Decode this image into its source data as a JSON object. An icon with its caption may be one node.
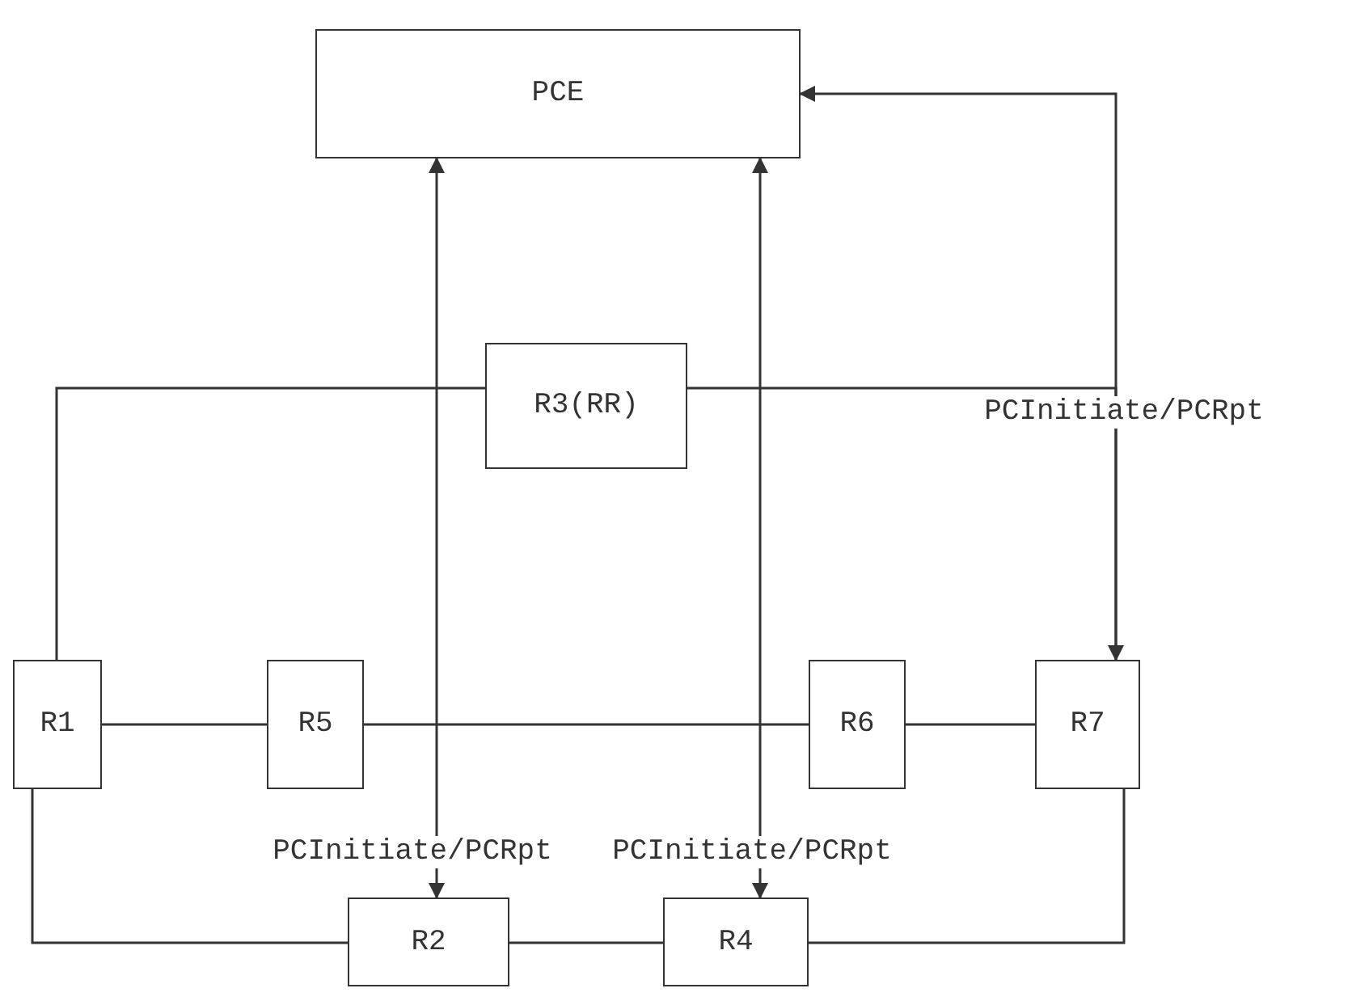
{
  "diagram": {
    "nodes": [
      {
        "text": [
          "PCE"
        ]
      },
      {
        "text": [
          "R3(RR)"
        ]
      },
      {
        "text": [
          "R1"
        ]
      },
      {
        "text": [
          "R5"
        ]
      },
      {
        "text": [
          "R6"
        ]
      },
      {
        "text": [
          "R7"
        ]
      },
      {
        "text": [
          "R2"
        ]
      },
      {
        "text": [
          "R4"
        ]
      }
    ],
    "edges": [
      {
        "from": 6,
        "to": 0,
        "arrow": "both",
        "label": "PCInitiate/PCRpt"
      },
      {
        "from": 7,
        "to": 0,
        "arrow": "both",
        "label": "PCInitiate/PCRpt"
      },
      {
        "from": 5,
        "to": 0,
        "arrow": "both",
        "label": "PCInitiate/PCRpt"
      },
      {
        "from": 1,
        "to": 2,
        "arrow": "none"
      },
      {
        "from": 1,
        "to": 5,
        "arrow": "none"
      },
      {
        "from": 2,
        "to": 3,
        "arrow": "none"
      },
      {
        "from": 3,
        "to": 4,
        "arrow": "none"
      },
      {
        "from": 4,
        "to": 5,
        "arrow": "none"
      },
      {
        "from": 2,
        "to": 6,
        "arrow": "none"
      },
      {
        "from": 6,
        "to": 7,
        "arrow": "none"
      },
      {
        "from": 7,
        "to": 5,
        "arrow": "none"
      }
    ]
  }
}
